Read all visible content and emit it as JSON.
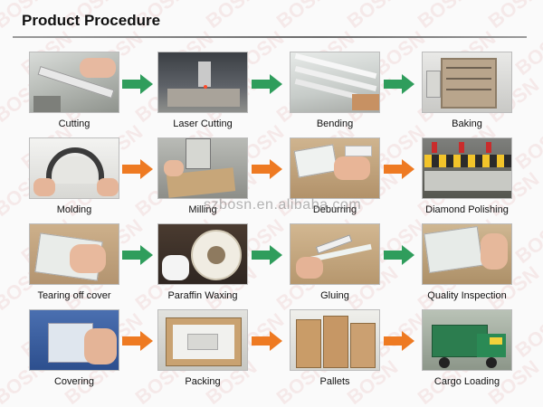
{
  "title": "Product Procedure",
  "watermark": "szbosn.en.alibaba.com",
  "background_mark": "BOSN",
  "steps": [
    {
      "label": "Cutting"
    },
    {
      "label": "Laser Cutting"
    },
    {
      "label": "Bending"
    },
    {
      "label": "Baking"
    },
    {
      "label": "Molding"
    },
    {
      "label": "Milling"
    },
    {
      "label": "Deburring"
    },
    {
      "label": "Diamond Polishing"
    },
    {
      "label": "Tearing off cover"
    },
    {
      "label": "Paraffin Waxing"
    },
    {
      "label": "Gluing"
    },
    {
      "label": "Quality Inspection"
    },
    {
      "label": "Covering"
    },
    {
      "label": "Packing"
    },
    {
      "label": "Pallets"
    },
    {
      "label": "Cargo Loading"
    }
  ],
  "colors": {
    "arrow_green": "#2f9d5c",
    "arrow_orange": "#ee7a22"
  }
}
